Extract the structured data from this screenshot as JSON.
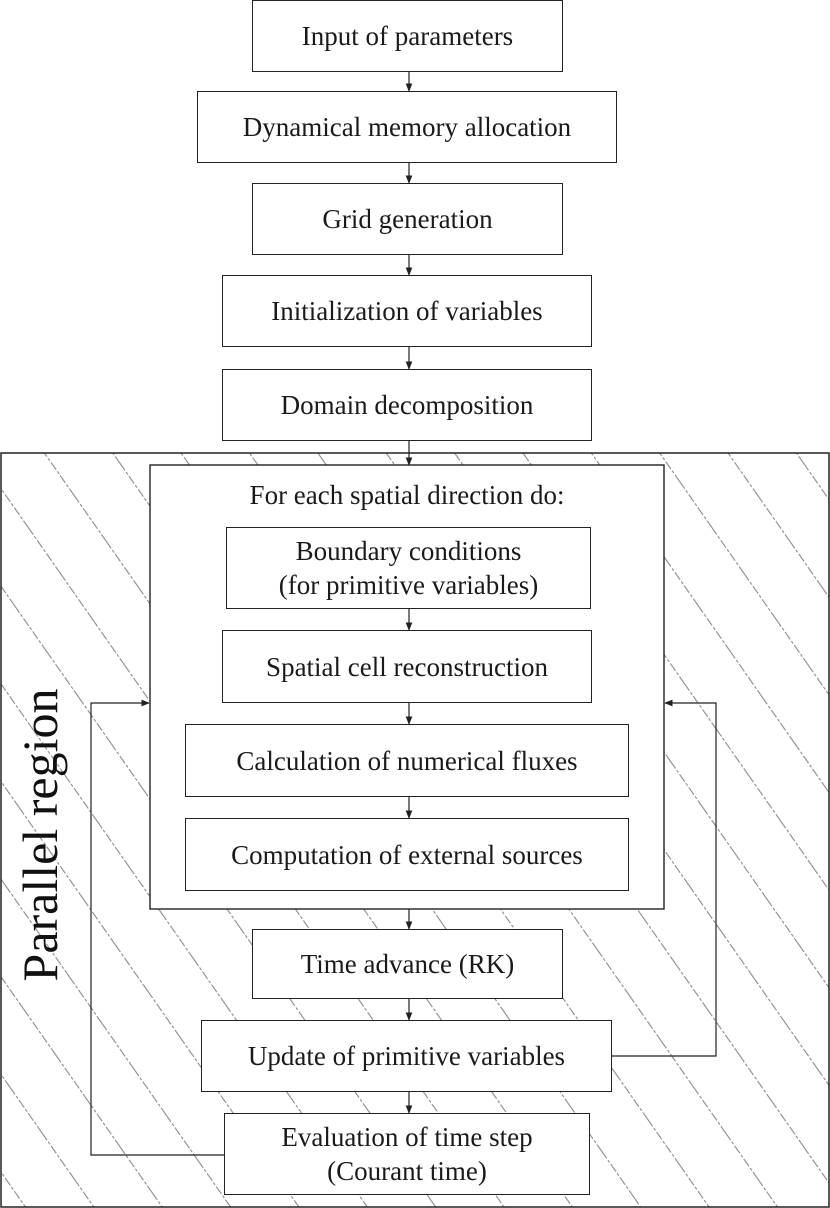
{
  "steps": {
    "input_parameters": "Input of parameters",
    "memory_allocation": "Dynamical memory allocation",
    "grid_generation": "Grid generation",
    "initialization": "Initialization of variables",
    "domain_decomposition": "Domain decomposition",
    "boundary_conditions_line1": "Boundary conditions",
    "boundary_conditions_line2": "(for primitive variables)",
    "cell_reconstruction": "Spatial cell reconstruction",
    "numerical_fluxes": "Calculation of numerical fluxes",
    "external_sources": "Computation of external sources",
    "time_advance": "Time advance (RK)",
    "update_primitive": "Update of primitive variables",
    "time_step_line1": "Evaluation of time step",
    "time_step_line2": "(Courant time)"
  },
  "loop_title": "For each spatial direction do:",
  "region_label": "Parallel region"
}
